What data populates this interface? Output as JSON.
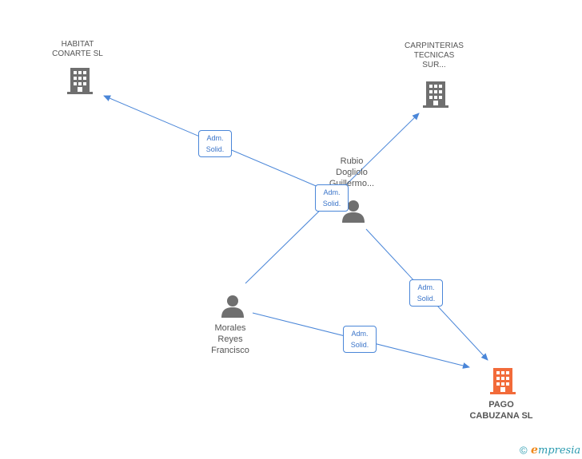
{
  "nodes": {
    "habitat": {
      "lines": [
        "HABITAT",
        "CONARTE SL"
      ],
      "kind": "company"
    },
    "carpinterias": {
      "lines": [
        "CARPINTERIAS",
        "TECNICAS",
        "SUR..."
      ],
      "kind": "company"
    },
    "pago": {
      "lines": [
        "PAGO",
        "CABUZANA SL"
      ],
      "kind": "company-focus"
    },
    "rubio": {
      "lines": [
        "Rubio",
        "Dogliolo",
        "Guillermo..."
      ],
      "kind": "person"
    },
    "morales": {
      "lines": [
        "Morales",
        "Reyes",
        "Francisco"
      ],
      "kind": "person"
    }
  },
  "edges": [
    {
      "from": "rubio",
      "to": "habitat",
      "role": [
        "Adm.",
        "Solid."
      ]
    },
    {
      "from": "morales",
      "to": "carpinterias",
      "role": [
        "Adm.",
        "Solid."
      ]
    },
    {
      "from": "rubio",
      "to": "pago",
      "role": [
        "Adm.",
        "Solid."
      ]
    },
    {
      "from": "morales",
      "to": "pago",
      "role": [
        "Adm.",
        "Solid."
      ]
    }
  ],
  "colors": {
    "edge": "#4a86d8",
    "company_icon": "#6f6f6f",
    "company_focus_icon": "#f26b3a",
    "person_icon": "#6f6f6f"
  },
  "footer": {
    "copyright": "©",
    "brand_initial": "e",
    "brand_rest": "mpresia"
  }
}
